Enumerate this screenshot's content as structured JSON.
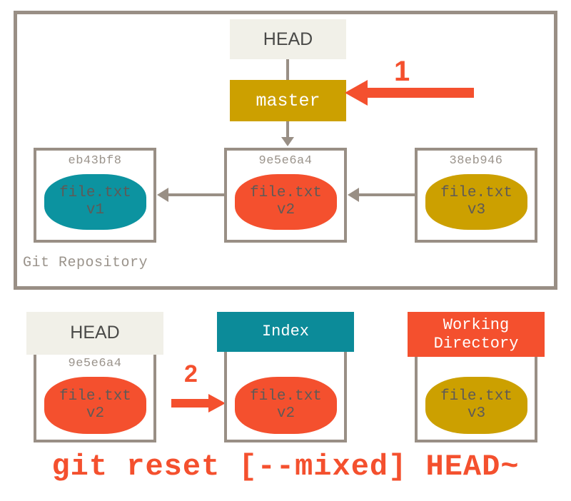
{
  "diagram": {
    "title": "git reset [--mixed] HEAD~",
    "command_caption": "git reset [--mixed] HEAD~",
    "colors": {
      "frame_gray": "#998F85",
      "cream": "#F1F0E8",
      "gold": "#CCA000",
      "teal_blob": "#0C93A0",
      "teal_header": "#0C8B99",
      "red": "#F4502E",
      "text_gray": "#5E5A57",
      "hash_gray": "#9A938B"
    }
  },
  "repository": {
    "label": "Git Repository",
    "head": {
      "label": "HEAD"
    },
    "branch": {
      "label": "master"
    },
    "commits": [
      {
        "hash": "eb43bf8",
        "file": "file.txt",
        "version": "v1",
        "color": "teal"
      },
      {
        "hash": "9e5e6a4",
        "file": "file.txt",
        "version": "v2",
        "color": "red"
      },
      {
        "hash": "38eb946",
        "file": "file.txt",
        "version": "v3",
        "color": "gold"
      }
    ]
  },
  "markers": [
    {
      "id": "1",
      "label": "1",
      "direction": "left",
      "target": "master"
    },
    {
      "id": "2",
      "label": "2",
      "direction": "right",
      "target": "index"
    }
  ],
  "areas": [
    {
      "name": "head",
      "header": "HEAD",
      "hash": "9e5e6a4",
      "file": "file.txt",
      "version": "v2",
      "color": "red"
    },
    {
      "name": "index",
      "header": "Index",
      "hash": "",
      "file": "file.txt",
      "version": "v2",
      "color": "red"
    },
    {
      "name": "working-directory",
      "header": "Working\nDirectory",
      "header_line1": "Working",
      "header_line2": "Directory",
      "hash": "",
      "file": "file.txt",
      "version": "v3",
      "color": "gold"
    }
  ]
}
